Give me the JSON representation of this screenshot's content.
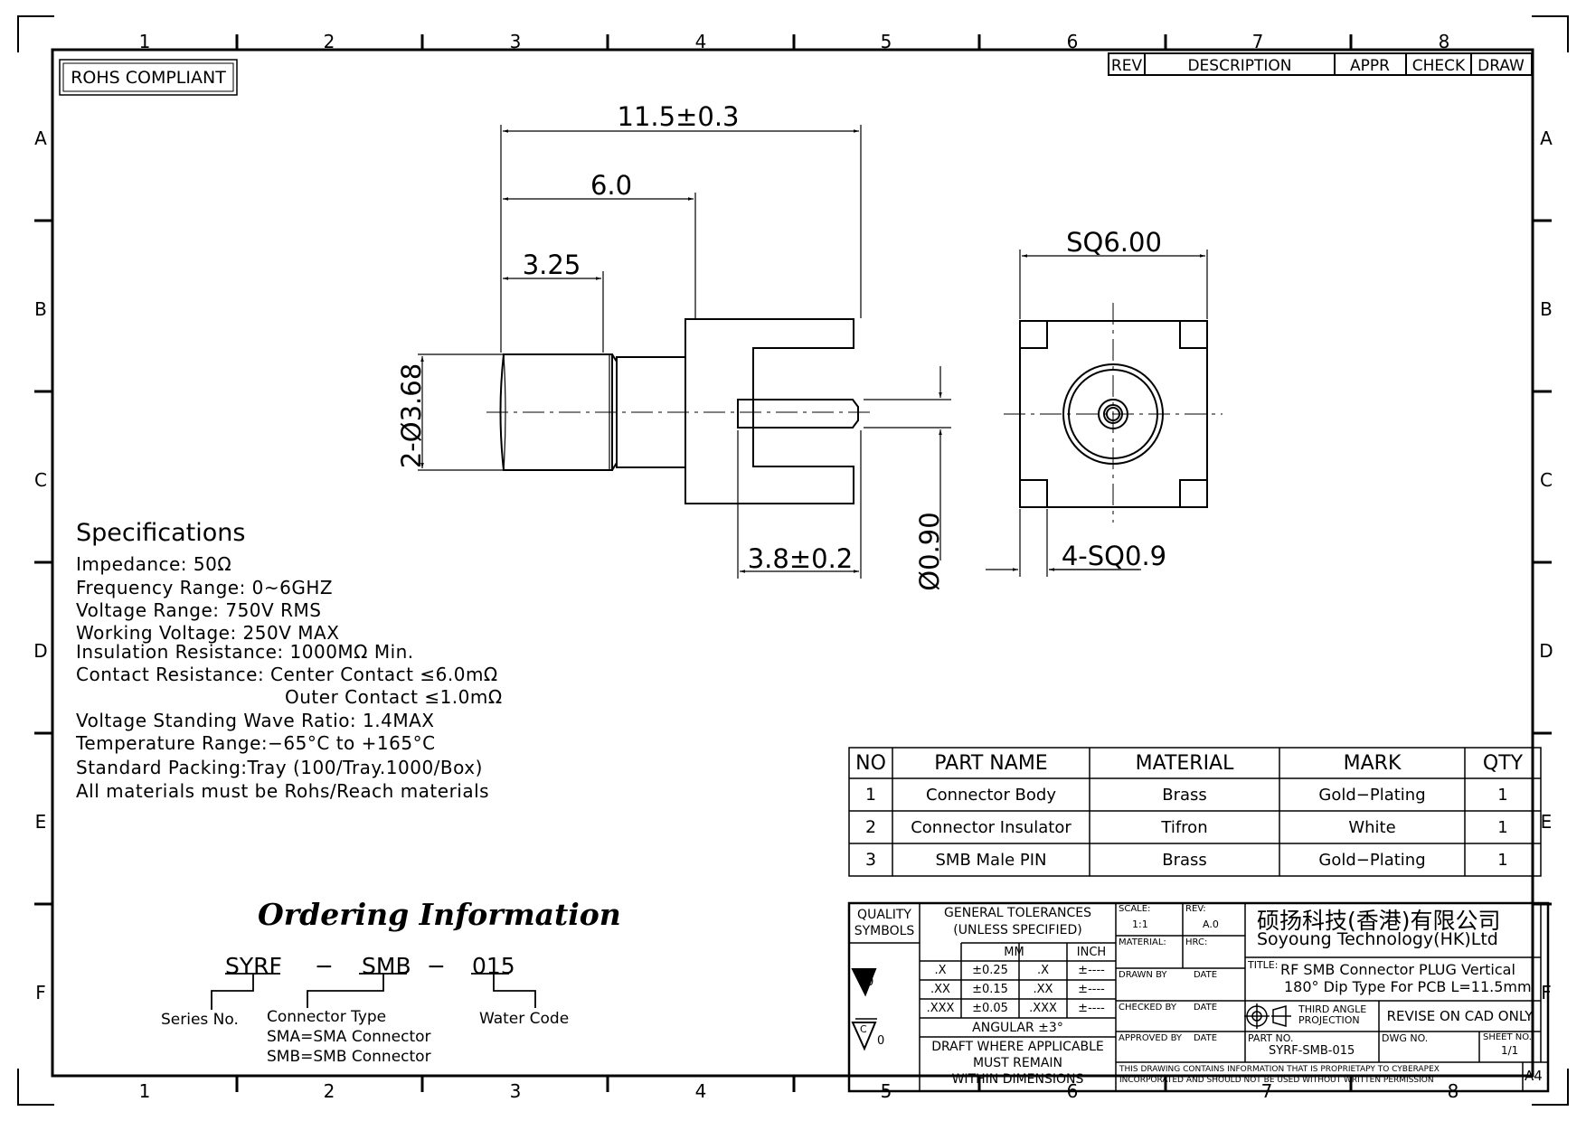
{
  "rohs_label": "ROHS COMPLIANT",
  "col_numbers": [
    "1",
    "2",
    "3",
    "4",
    "5",
    "6",
    "7",
    "8"
  ],
  "row_letters": [
    "A",
    "B",
    "C",
    "D",
    "E",
    "F"
  ],
  "revision_header": {
    "rev": "REV",
    "description": "DESCRIPTION",
    "appr": "APPR",
    "check": "CHECK",
    "draw": "DRAW"
  },
  "dimensions": {
    "overall_length": "11.5±0.3",
    "body_length": "6.0",
    "nut_length": "3.25",
    "diameter": "2-Ø3.68",
    "pin_length": "3.8±0.2",
    "pin_diameter": "Ø0.90",
    "flange_square": "SQ6.00",
    "post_square": "4-SQ0.9"
  },
  "specifications": {
    "title": "Specifications",
    "lines": [
      "Impedance: 50Ω",
      "Frequency Range: 0~6GHZ",
      "Voltage Range: 750V RMS",
      "Working Voltage: 250V MAX",
      "Insulation Resistance: 1000MΩ Min.",
      "Contact Resistance: Center Contact ≤6.0mΩ",
      "Outer Contact ≤1.0mΩ",
      "Voltage Standing Wave Ratio: 1.4MAX",
      "Temperature Range:−65°C to +165°C",
      "Standard Packing:Tray (100/Tray.1000/Box)",
      "All materials must be Rohs/Reach materials"
    ]
  },
  "parts_table": {
    "headers": [
      "NO",
      "PART NAME",
      "MATERIAL",
      "MARK",
      "QTY"
    ],
    "rows": [
      [
        "1",
        "Connector Body",
        "Brass",
        "Gold−Plating",
        "1"
      ],
      [
        "2",
        "Connector Insulator",
        "Tifron",
        "White",
        "1"
      ],
      [
        "3",
        "SMB Male PIN",
        "Brass",
        "Gold−Plating",
        "1"
      ]
    ]
  },
  "ordering": {
    "title": "Ordering Information",
    "code_parts": [
      "SYRF",
      "−",
      "SMB",
      "−",
      "015"
    ],
    "series_label": "Series No.",
    "connector_type_label": "Connector Type",
    "connector_options": [
      "SMA=SMA Connector",
      "SMB=SMB Connector"
    ],
    "water_code_label": "Water Code"
  },
  "title_block": {
    "quality_symbols": "QUALITY SYMBOLS",
    "general_tolerances": "GENERAL TOLERANCES",
    "unless_specified": "(UNLESS SPECIFIED)",
    "mm": "MM",
    "inch": "INCH",
    "tol_rows": [
      [
        ".X",
        "±0.25",
        ".X",
        "±----"
      ],
      [
        ".XX",
        "±0.15",
        ".XX",
        "±----"
      ],
      [
        ".XXX",
        "±0.05",
        ".XXX",
        "±----"
      ]
    ],
    "angular": "ANGULAR ±3°",
    "draft_note": [
      "DRAFT WHERE APPLICABLE",
      "MUST REMAIN",
      "WITHIN DIMENSIONS"
    ],
    "symbol_suffix": "0",
    "symbol_c": "C",
    "scale_label": "SCALE:",
    "scale_value": "1:1",
    "rev_label": "REV:",
    "rev_value": "A.0",
    "material_label": "MATERIAL:",
    "hrc_label": "HRC:",
    "drawn_by": "DRAWN BY",
    "checked_by": "CHECKED BY",
    "approved_by": "APPROVED BY",
    "date_label": "DATE",
    "company_cn": "硕扬科技(香港)有限公司",
    "company_en": "Soyoung Technology(HK)Ltd",
    "title_label": "TITLE:",
    "title_line1": "RF SMB Connector PLUG Vertical",
    "title_line2": "180° Dip Type For PCB L=11.5mm",
    "third_angle": [
      "THIRD ANGLE",
      "PROJECTION"
    ],
    "revise_note": "REVISE ON CAD ONLY",
    "part_no_label": "PART NO.",
    "part_no": "SYRF-SMB-015",
    "dwg_no_label": "DWG NO.",
    "sheet_no_label": "SHEET NO.",
    "sheet_no": "1/1",
    "proprietary": [
      "THIS DRAWING CONTAINS INFORMATION THAT IS PROPRIETAPY TO CYBERAPEX",
      "INCORPORATED AND SHOULD NOT BE USED WITHOUT WRITTEN PERMISSION"
    ],
    "paper_size": "A4"
  }
}
